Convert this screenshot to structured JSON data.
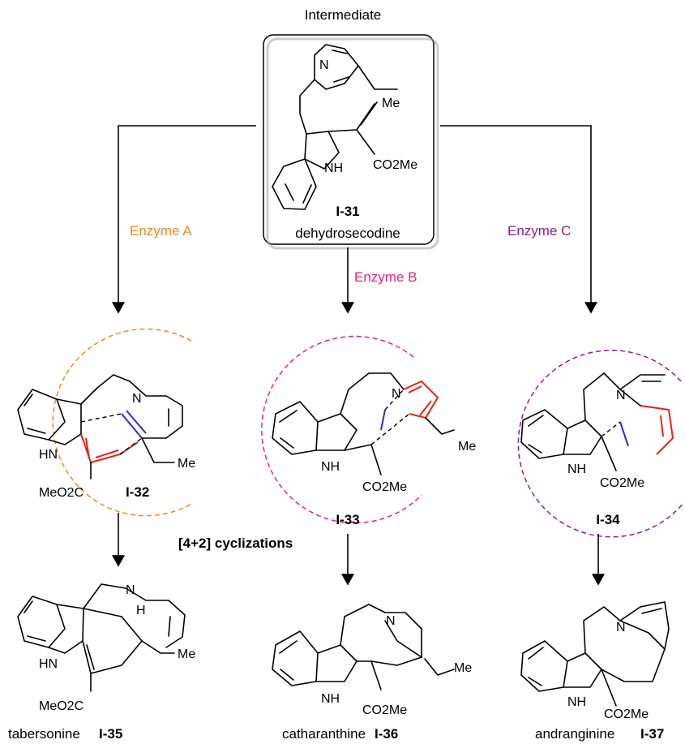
{
  "title": "Intermediate",
  "start": {
    "id": "I-31",
    "name": "dehydrosecodine"
  },
  "enzymes": [
    {
      "label": "Enzyme A",
      "color": "#f08a24"
    },
    {
      "label": "Enzyme B",
      "color": "#e8247a"
    },
    {
      "label": "Enzyme C",
      "color": "#8a1e8a"
    }
  ],
  "intermediates": [
    {
      "id": "I-32",
      "ester": "MeO2C",
      "color": "#f08a24"
    },
    {
      "id": "I-33",
      "ester": "CO2Me",
      "color": "#e8247a"
    },
    {
      "id": "I-34",
      "ester": "CO2Me",
      "color": "#8a1e8a"
    }
  ],
  "reaction_label": "[4+2] cyclizations",
  "products": [
    {
      "name": "tabersonine",
      "id": "I-35"
    },
    {
      "name": "catharanthine",
      "id": "I-36"
    },
    {
      "name": "andranginine",
      "id": "I-37"
    }
  ],
  "atoms": {
    "N": "N",
    "NH": "NH",
    "HN": "HN",
    "H": "H",
    "Me": "Me",
    "CO2Me": "CO2Me",
    "MeO2C": "MeO2C"
  }
}
